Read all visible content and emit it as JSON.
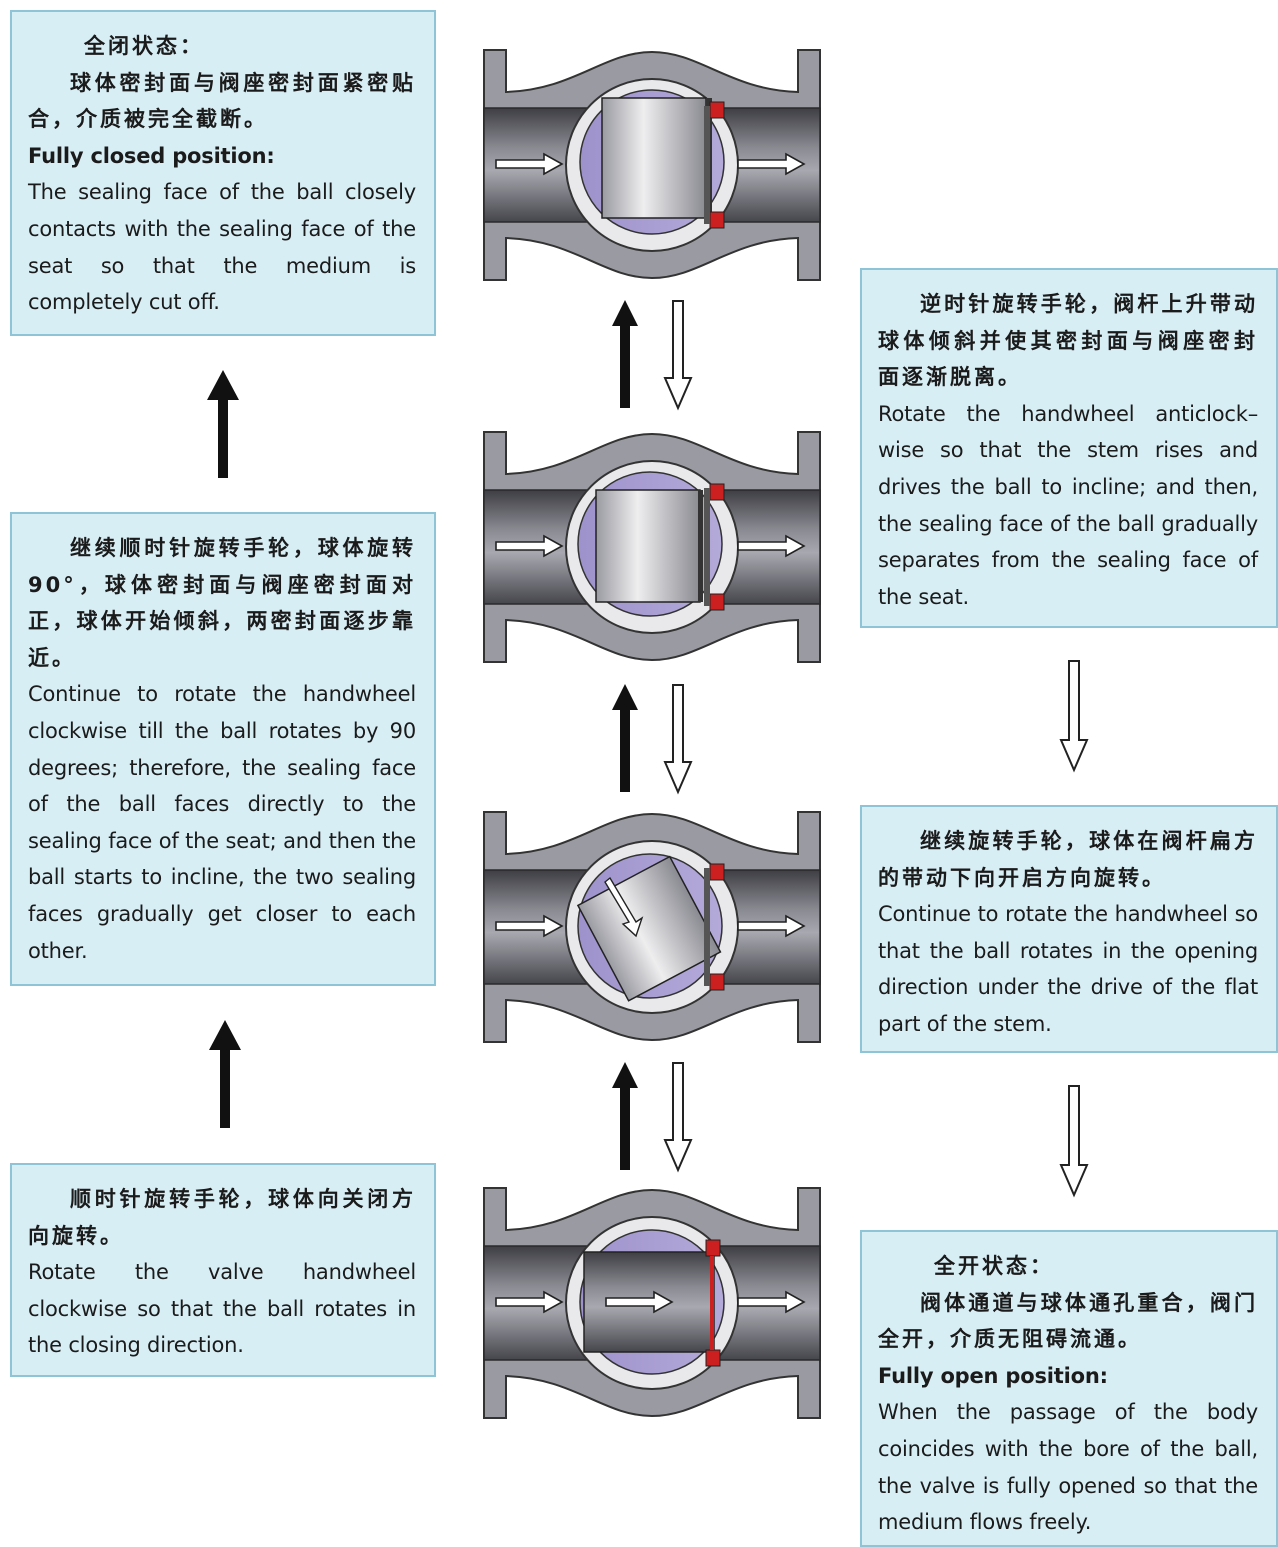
{
  "boxes": {
    "closed": {
      "zh_title": "全闭状态：",
      "zh_text": "球体密封面与阀座密封面紧密贴合，介质被完全截断。",
      "en_title": "Fully closed position:",
      "en_text": "The sealing face of the ball closely contacts with the sealing face of the seat so that the medium is completely cut off."
    },
    "rotate90": {
      "zh_text": "继续顺时针旋转手轮，球体旋转90°，球体密封面与阀座密封面对正，球体开始倾斜，两密封面逐步靠近。",
      "en_text": "Continue to rotate the handwheel clockwise till the ball rotates by 90 degrees; therefore, the sealing face of the ball faces directly to the sealing face of the seat; and then the ball starts to incline, the two sealing faces gradually get closer to each other."
    },
    "clockwise": {
      "zh_text": "顺时针旋转手轮，球体向关闭方向旋转。",
      "en_text": "Rotate the valve handwheel clockwise so that the ball rotates in the closing direction."
    },
    "anticlock": {
      "zh_text": "逆时针旋转手轮，阀杆上升带动球体倾斜并使其密封面与阀座密封面逐渐脱离。",
      "en_text": "Rotate the handwheel anticlock–wise so that the stem rises and drives the ball to incline; and then, the sealing face of the ball gradually separates from the sealing face of the seat."
    },
    "continue": {
      "zh_text": "继续旋转手轮，球体在阀杆扁方的带动下向开启方向旋转。",
      "en_text": "Continue to rotate the handwheel so that the ball rotates in the opening direction under the drive of the flat part of the stem."
    },
    "open": {
      "zh_title": "全开状态：",
      "zh_text": "阀体通道与球体通孔重合，阀门全开，介质无阻碍流通。",
      "en_title": "Fully open position:",
      "en_text": "When the passage of the body coincides with the bore of the ball, the valve is fully opened so that the medium flows freely."
    }
  },
  "colors": {
    "box_fill": "#d8eef5",
    "box_border": "#8fc4d6",
    "valve_body": "#9a9aa2",
    "ball": "#a79bd0",
    "seat": "#cc1f1f",
    "arrow_solid": "#111111"
  }
}
